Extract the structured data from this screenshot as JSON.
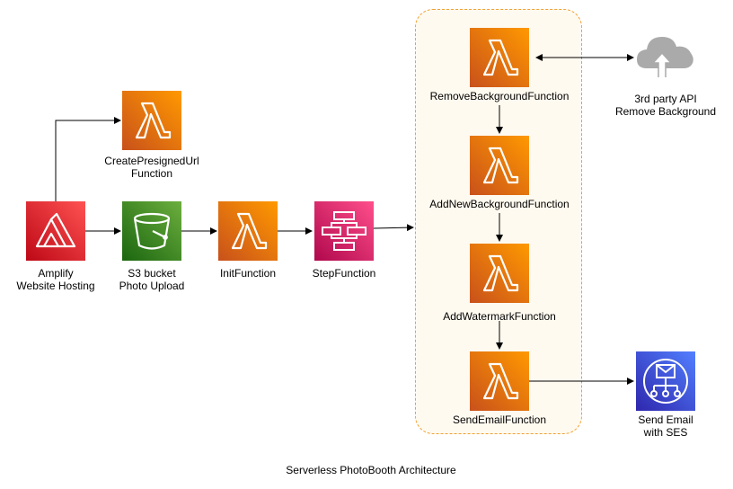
{
  "title": "Serverless PhotoBooth Architecture",
  "colors": {
    "lambda": "#ff9900",
    "amplify": "#dd344c",
    "s3": "#3f8624",
    "step_functions": "#e7157b",
    "ses": "#3b48cc",
    "group_border": "#f0a030",
    "cloud": "#aaaaaa"
  },
  "nodes": {
    "amplify": {
      "line1": "Amplify",
      "line2": "Website Hosting",
      "icon": "amplify-icon"
    },
    "s3": {
      "line1": "S3 bucket",
      "line2": "Photo Upload",
      "icon": "bucket-icon"
    },
    "presigned": {
      "line1": "CreatePresignedUrl",
      "line2": "Function",
      "icon": "lambda-icon"
    },
    "init": {
      "line1": "InitFunction",
      "icon": "lambda-icon"
    },
    "step": {
      "line1": "StepFunction",
      "icon": "step-functions-icon"
    },
    "remove_bg": {
      "line1": "RemoveBackgroundFunction",
      "icon": "lambda-icon"
    },
    "add_bg": {
      "line1": "AddNewBackgroundFunction",
      "icon": "lambda-icon"
    },
    "watermark": {
      "line1": "AddWatermarkFunction",
      "icon": "lambda-icon"
    },
    "send_email": {
      "line1": "SendEmailFunction",
      "icon": "lambda-icon"
    },
    "api": {
      "line1": "3rd party API",
      "line2": "Remove Background",
      "icon": "cloud-upload-icon"
    },
    "ses": {
      "line1": "Send Email",
      "line2": "with SES",
      "icon": "email-icon"
    }
  },
  "edges": [
    {
      "from": "amplify",
      "to": "presigned"
    },
    {
      "from": "amplify",
      "to": "s3"
    },
    {
      "from": "s3",
      "to": "init"
    },
    {
      "from": "init",
      "to": "step"
    },
    {
      "from": "step",
      "to": "workflow-group"
    },
    {
      "from": "remove_bg",
      "to": "api",
      "bidirectional": true
    },
    {
      "from": "remove_bg",
      "to": "add_bg"
    },
    {
      "from": "add_bg",
      "to": "watermark"
    },
    {
      "from": "watermark",
      "to": "send_email"
    },
    {
      "from": "send_email",
      "to": "ses"
    }
  ]
}
